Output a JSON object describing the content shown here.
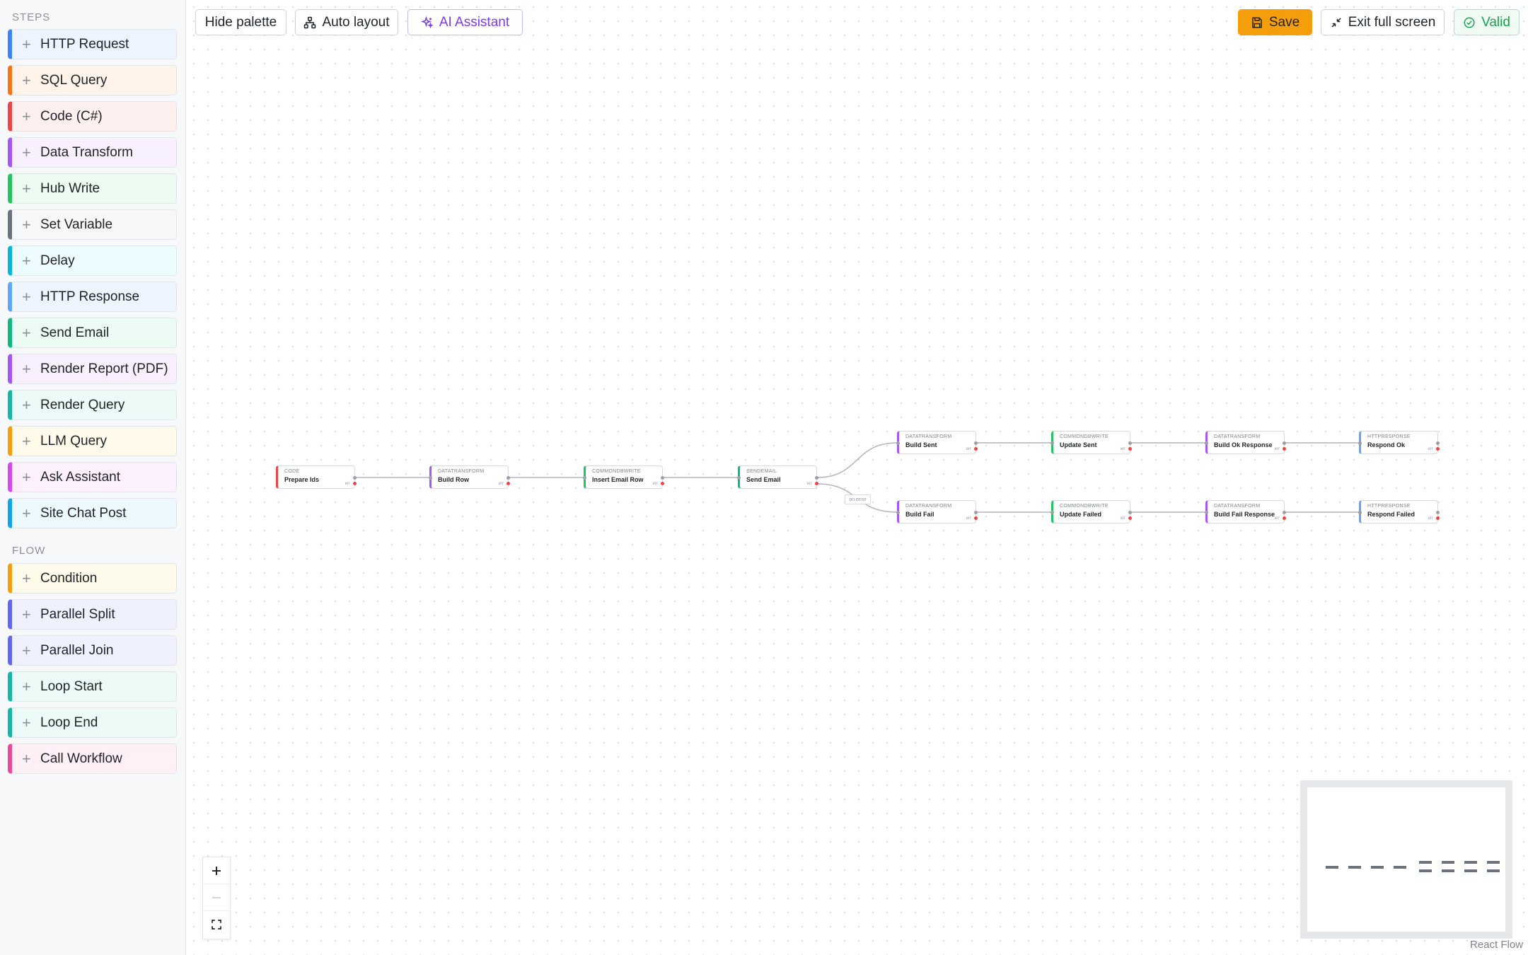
{
  "sidebar": {
    "steps_label": "STEPS",
    "flow_label": "FLOW",
    "steps": [
      {
        "label": "HTTP Request",
        "color": "#3b82f6",
        "bg": "#eef4ff"
      },
      {
        "label": "SQL Query",
        "color": "#f97316",
        "bg": "#fff3ea"
      },
      {
        "label": "Code (C#)",
        "color": "#ef4444",
        "bg": "#fff0f0"
      },
      {
        "label": "Data Transform",
        "color": "#a855f7",
        "bg": "#f8f0ff"
      },
      {
        "label": "Hub Write",
        "color": "#22c55e",
        "bg": "#eefbf2"
      },
      {
        "label": "Set Variable",
        "color": "#6b7280",
        "bg": "#f6f7f8"
      },
      {
        "label": "Delay",
        "color": "#06b6d4",
        "bg": "#ecfcff"
      },
      {
        "label": "HTTP Response",
        "color": "#60a5fa",
        "bg": "#eff5ff"
      },
      {
        "label": "Send Email",
        "color": "#10b981",
        "bg": "#ecfbf4"
      },
      {
        "label": "Render Report (PDF)",
        "color": "#a855f7",
        "bg": "#f8f0ff"
      },
      {
        "label": "Render Query",
        "color": "#14b8a6",
        "bg": "#edfbf8"
      },
      {
        "label": "LLM Query",
        "color": "#f59e0b",
        "bg": "#fffaea"
      },
      {
        "label": "Ask Assistant",
        "color": "#d946ef",
        "bg": "#fdf0fe"
      },
      {
        "label": "Site Chat Post",
        "color": "#0ea5e9",
        "bg": "#eef8ff"
      }
    ],
    "flow": [
      {
        "label": "Condition",
        "color": "#f59e0b",
        "bg": "#fffbea"
      },
      {
        "label": "Parallel Split",
        "color": "#6366f1",
        "bg": "#f0f1ff"
      },
      {
        "label": "Parallel Join",
        "color": "#6366f1",
        "bg": "#f0f1ff"
      },
      {
        "label": "Loop Start",
        "color": "#14b8a6",
        "bg": "#edfbf8"
      },
      {
        "label": "Loop End",
        "color": "#14b8a6",
        "bg": "#edfbf8"
      },
      {
        "label": "Call Workflow",
        "color": "#ec4899",
        "bg": "#fff0f6"
      }
    ]
  },
  "toolbar": {
    "hide_palette": "Hide palette",
    "auto_layout": "Auto layout",
    "ai_assistant": "AI Assistant",
    "save": "Save",
    "exit_full_screen": "Exit full screen",
    "valid": "Valid"
  },
  "flow": {
    "err_label": "err",
    "edge_label": "on error",
    "nodes": [
      {
        "type": "CODE",
        "name": "Prepare Ids",
        "color": "#ef4444"
      },
      {
        "type": "DATATRANSFORM",
        "name": "Build Row",
        "color": "#a855f7"
      },
      {
        "type": "COMMONDBWRITE",
        "name": "Insert Email Row",
        "color": "#22c55e"
      },
      {
        "type": "SENDEMAIL",
        "name": "Send Email",
        "color": "#10b981"
      },
      {
        "type": "DATATRANSFORM",
        "name": "Build Sent",
        "color": "#a855f7"
      },
      {
        "type": "COMMONDBWRITE",
        "name": "Update Sent",
        "color": "#22c55e"
      },
      {
        "type": "DATATRANSFORM",
        "name": "Build Ok Response",
        "color": "#a855f7"
      },
      {
        "type": "HTTPRESPONSE",
        "name": "Respond Ok",
        "color": "#60a5fa"
      },
      {
        "type": "DATATRANSFORM",
        "name": "Build Fail",
        "color": "#a855f7"
      },
      {
        "type": "COMMONDBWRITE",
        "name": "Update Failed",
        "color": "#22c55e"
      },
      {
        "type": "DATATRANSFORM",
        "name": "Build Fail Response",
        "color": "#a855f7"
      },
      {
        "type": "HTTPRESPONSE",
        "name": "Respond Failed",
        "color": "#60a5fa"
      }
    ]
  },
  "attribution": "React Flow"
}
